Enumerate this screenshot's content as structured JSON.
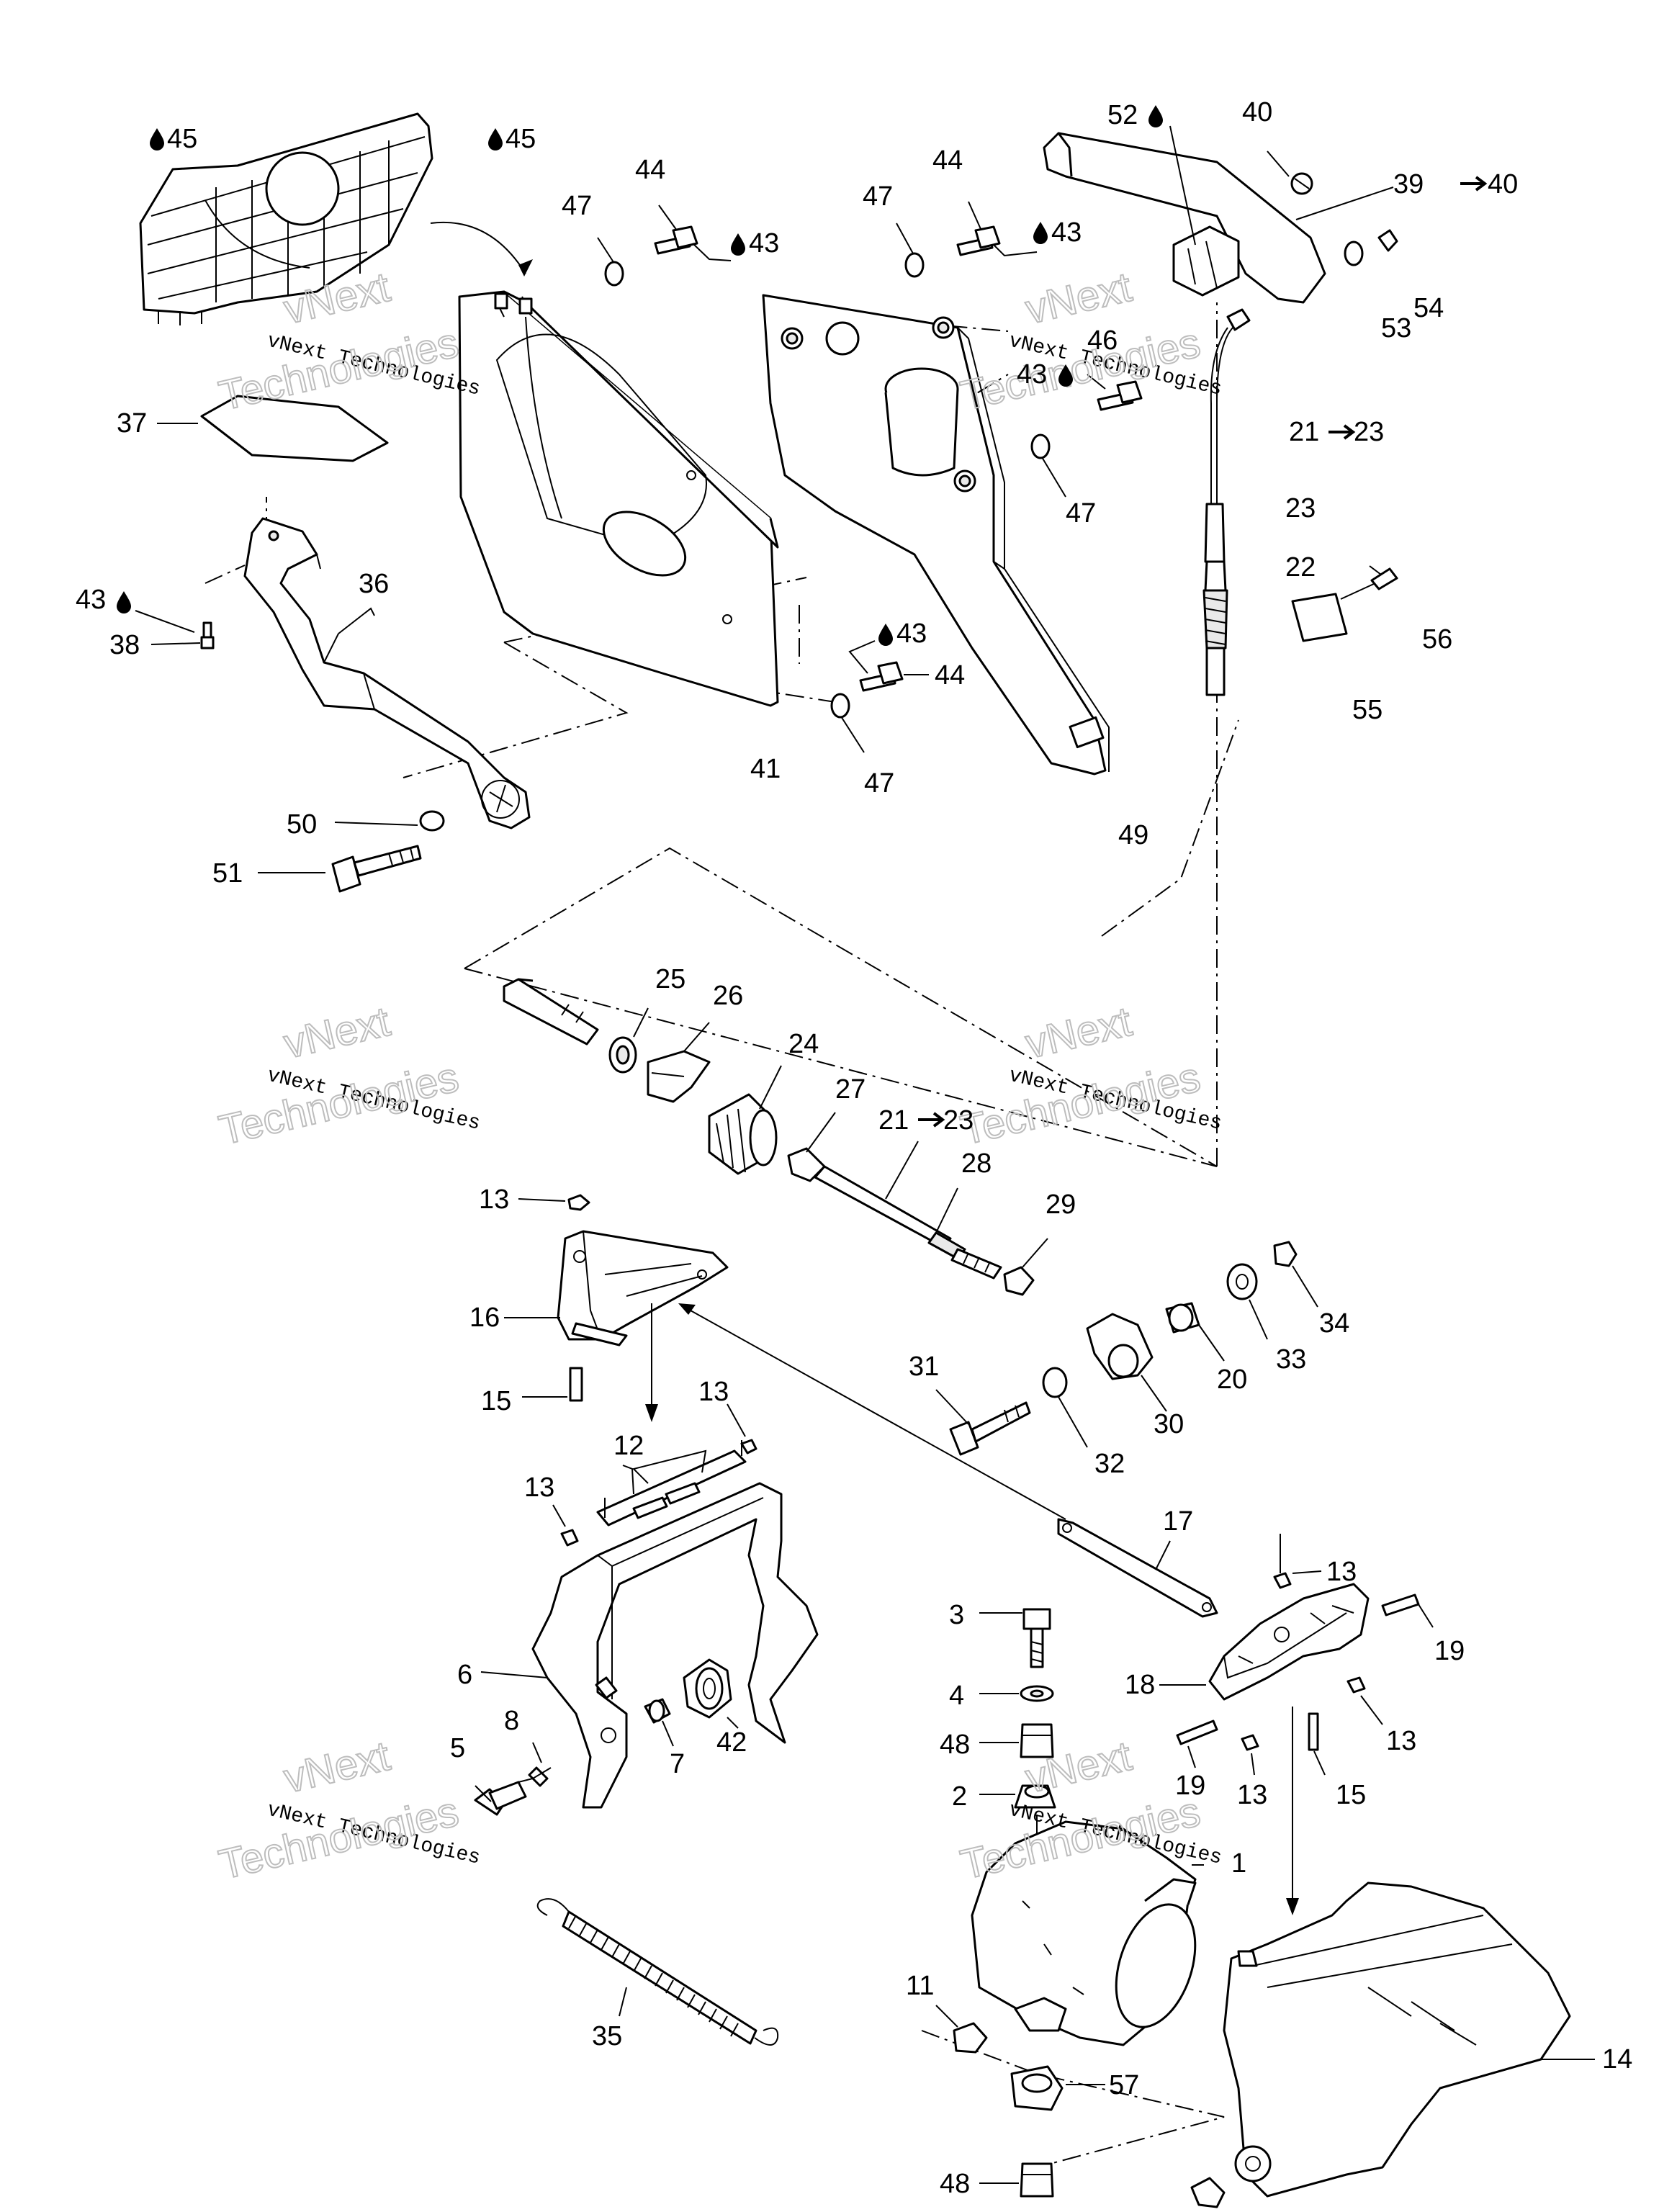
{
  "watermark": {
    "line1": "vNext Technologies",
    "big_top": "vNext",
    "big_bottom": "Technologies"
  },
  "labels": {
    "l45a": "45",
    "l45b": "45",
    "l44a": "44",
    "l47a": "47",
    "l43a": "43",
    "l44b": "44",
    "l47b": "47",
    "l43b": "43",
    "l52": "52",
    "l40": "40",
    "l39": "39",
    "l40b": "40",
    "l54": "54",
    "l53": "53",
    "l46": "46",
    "l43c": "43",
    "l21a": "21",
    "l23a": "23",
    "l23b": "23",
    "l47c": "47",
    "l22": "22",
    "l56": "56",
    "l55": "55",
    "l37": "37",
    "l36": "36",
    "l43d": "43",
    "l38": "38",
    "l43e": "43",
    "l44c": "44",
    "l47d": "47",
    "l41": "41",
    "l49": "49",
    "l50": "50",
    "l51": "51",
    "l25": "25",
    "l26": "26",
    "l24": "24",
    "l27": "27",
    "l21b": "21",
    "l23c": "23",
    "l28": "28",
    "l29": "29",
    "l13a": "13",
    "l16": "16",
    "l20": "20",
    "l33": "33",
    "l34": "34",
    "l31": "31",
    "l15a": "15",
    "l13b": "13",
    "l12": "12",
    "l32": "32",
    "l30": "30",
    "l13c": "13",
    "l17": "17",
    "l13d": "13",
    "l19a": "19",
    "l3": "3",
    "l4": "4",
    "l18": "18",
    "l6": "6",
    "l8": "8",
    "l48a": "48",
    "l42": "42",
    "l5": "5",
    "l7": "7",
    "l2": "2",
    "l19b": "19",
    "l13e": "13",
    "l13f": "13",
    "l15b": "15",
    "l1": "1",
    "l11": "11",
    "l35": "35",
    "l14": "14",
    "l57": "57",
    "l48b": "48"
  }
}
